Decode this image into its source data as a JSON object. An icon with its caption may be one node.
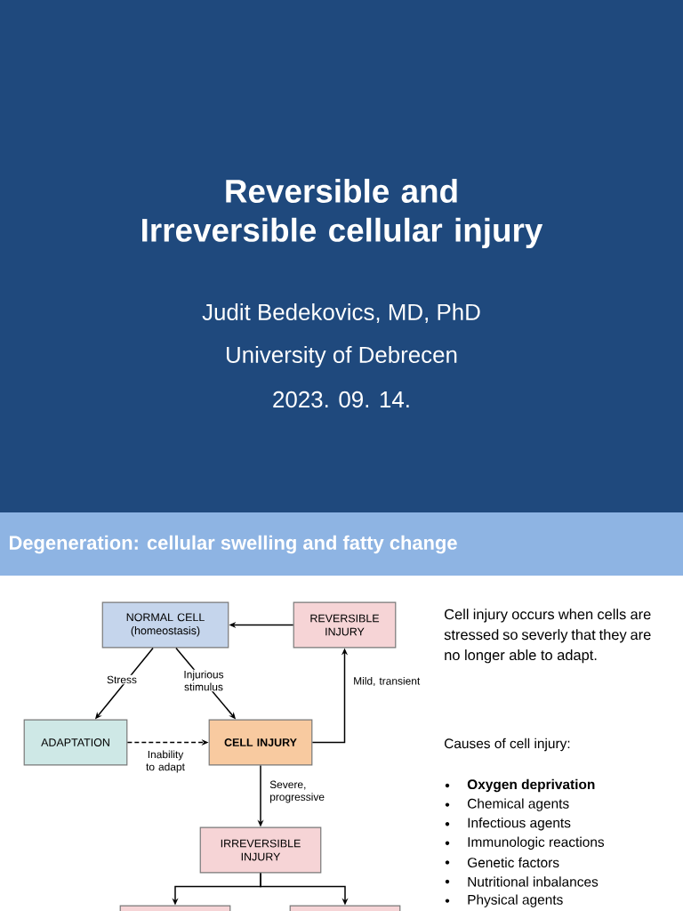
{
  "diagram": {
    "title": "Reversible and Irreversible cellular injury",
    "nodes": [
      {
        "text": [
          "NORMAL CELL (homeostasis)"
        ]
      },
      {
        "text": [
          "REVERSIBLE INJURY"
        ]
      },
      {
        "text": [
          "ADAPTATION"
        ]
      },
      {
        "text": [
          "CELL INJURY"
        ]
      },
      {
        "text": [
          "IRREVERSIBLE INJURY"
        ]
      },
      {
        "text": [],
        "shape": "box"
      },
      {
        "text": [],
        "shape": "box"
      }
    ],
    "edges": [
      {
        "from": 1,
        "to": 0,
        "arrow": "to"
      },
      {
        "from": 0,
        "to": 2,
        "arrow": "to",
        "label": "Stress"
      },
      {
        "from": 0,
        "to": 3,
        "arrow": "to",
        "label": "Injurious stimulus"
      },
      {
        "from": 2,
        "to": 3,
        "arrow": "to",
        "label": "Inability to adapt",
        "style": "dashed"
      },
      {
        "from": 3,
        "to": 1,
        "arrow": "to",
        "label": "Mild, transient"
      },
      {
        "from": 3,
        "to": 4,
        "arrow": "to",
        "label": "Severe, progressive"
      },
      {
        "from": 4,
        "to": 5,
        "arrow": "to"
      },
      {
        "from": 4,
        "to": 6,
        "arrow": "to"
      }
    ],
    "labels": [
      "Judit Bedekovics, MD, PhD",
      "University of Debrecen",
      "2023. 09. 14.",
      "Degeneration: cellular swelling and fatty change",
      "Cell injury occurs when cells are stressed so severly that they are no longer able to adapt.",
      "Causes of cell injury:",
      "Oxygen deprivation",
      "Chemical agents",
      "Infectious agents",
      "Immunologic reactions",
      "Genetic factors",
      "Nutritional inbalances",
      "Physical agents"
    ]
  }
}
